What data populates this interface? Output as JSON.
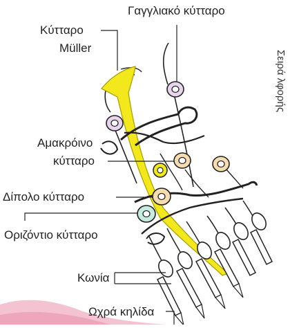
{
  "labels": {
    "ganglion": "Γαγγλιακό κύτταρο",
    "muller_line1": "Κύτταρο",
    "muller_line2": "Müller",
    "amacrine_line1": "Αμακρόινο",
    "amacrine_line2": "κύτταρο",
    "bipolar": "Δίπολο κύτταρο",
    "horizontal": "Οριζόντιο κύτταρο",
    "cones": "Κωνία",
    "ochra": "Ωχρά κηλίδα",
    "side_text": "Σειρά λφορής"
  },
  "colors": {
    "muller_fill": "#f2e81c",
    "cell_outline": "#222222",
    "ganglion_fill": "#e8d4ec",
    "bipolar_fill": "#f7dcb0",
    "horizontal_fill": "#c6ece0",
    "background_pink": "#f1b9c9"
  }
}
